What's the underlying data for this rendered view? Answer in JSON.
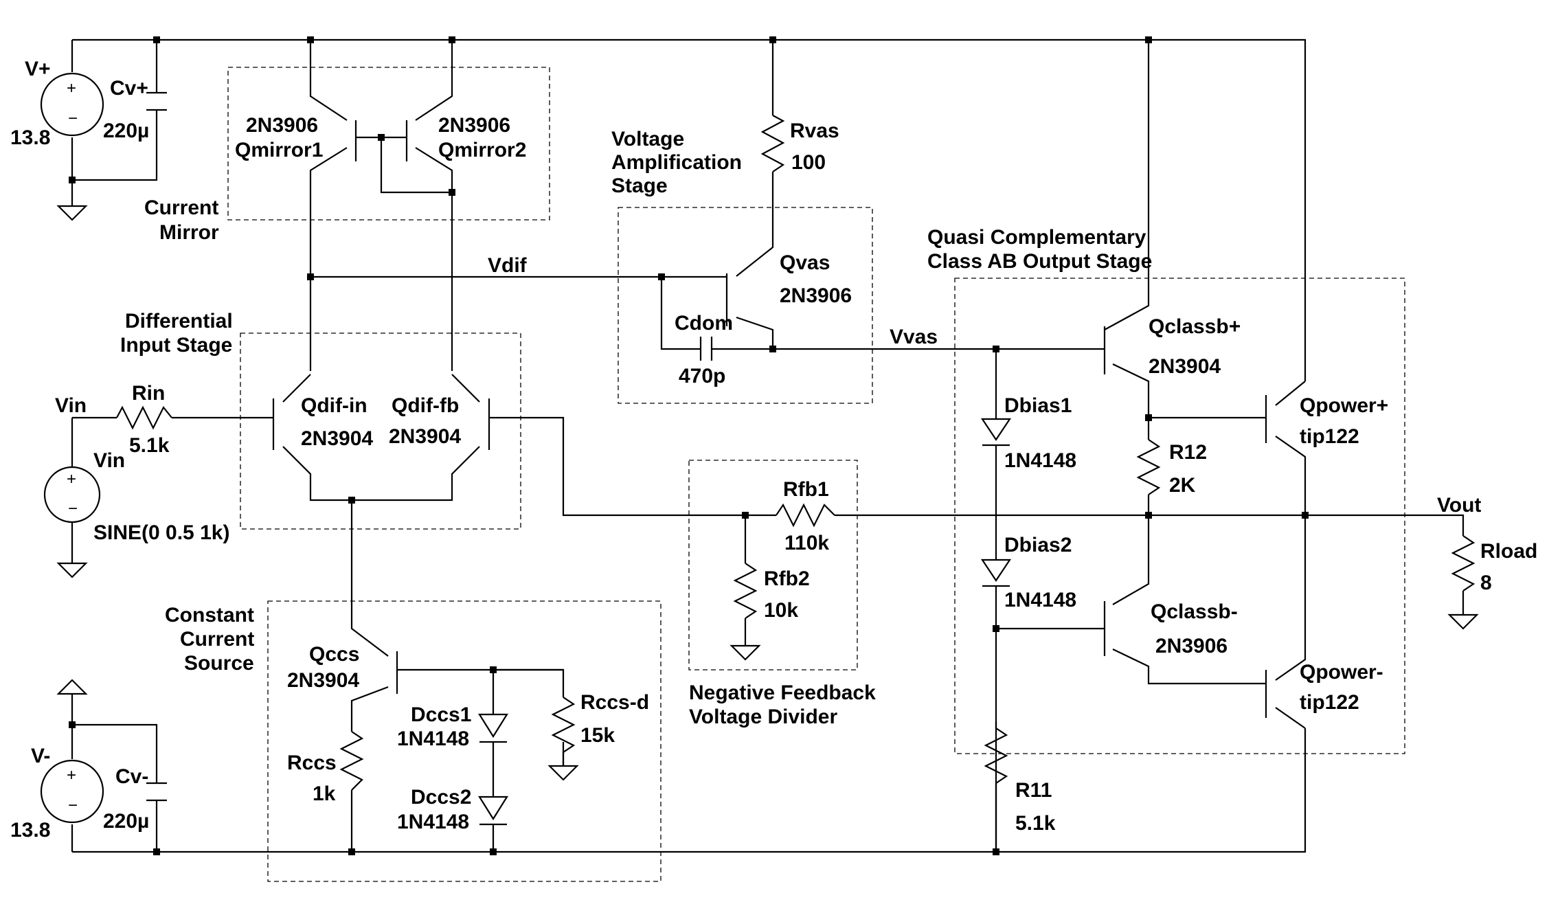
{
  "labels": {
    "vplus_name": "V+",
    "vplus_value": "13.8",
    "cvplus_name": "Cv+",
    "cvplus_value": "220µ",
    "vminus_name": "V-",
    "vminus_value": "13.8",
    "cvminus_name": "Cv-",
    "cvminus_value": "220µ",
    "qmirror1_type": "2N3906",
    "qmirror1_name": "Qmirror1",
    "qmirror2_type": "2N3906",
    "qmirror2_name": "Qmirror2",
    "current_mirror_1": "Current",
    "current_mirror_2": "Mirror",
    "vas_stage_1": "Voltage",
    "vas_stage_2": "Amplification",
    "vas_stage_3": "Stage",
    "rvas_name": "Rvas",
    "rvas_value": "100",
    "qvas_name": "Qvas",
    "qvas_type": "2N3906",
    "cdom_name": "Cdom",
    "cdom_value": "470p",
    "vdif_net": "Vdif",
    "vvas_net": "Vvas",
    "diff_stage_1": "Differential",
    "diff_stage_2": "Input Stage",
    "vin_net": "Vin",
    "rin_name": "Rin",
    "rin_value": "5.1k",
    "vin_src_name": "Vin",
    "vin_src_value": "SINE(0 0.5 1k)",
    "qdifin_name": "Qdif-in",
    "qdifin_type": "2N3904",
    "qdiffb_name": "Qdif-fb",
    "qdiffb_type": "2N3904",
    "output_stage_1": "Quasi Complementary",
    "output_stage_2": "Class AB Output Stage",
    "qclassbp_name": "Qclassb+",
    "qclassbp_type": "2N3904",
    "qpowerp_name": "Qpower+",
    "qpowerp_type": "tip122",
    "dbias1_name": "Dbias1",
    "dbias1_type": "1N4148",
    "r12_name": "R12",
    "r12_value": "2K",
    "dbias2_name": "Dbias2",
    "dbias2_type": "1N4148",
    "qclassbm_name": "Qclassb-",
    "qclassbm_type": "2N3906",
    "qpowerm_name": "Qpower-",
    "qpowerm_type": "tip122",
    "r11_name": "R11",
    "r11_value": "5.1k",
    "vout_net": "Vout",
    "rload_name": "Rload",
    "rload_value": "8",
    "rfb1_name": "Rfb1",
    "rfb1_value": "110k",
    "rfb2_name": "Rfb2",
    "rfb2_value": "10k",
    "feedback_1": "Negative Feedback",
    "feedback_2": "Voltage Divider",
    "ccs_1": "Constant",
    "ccs_2": "Current",
    "ccs_3": "Source",
    "qccs_name": "Qccs",
    "qccs_type": "2N3904",
    "rccs_name": "Rccs",
    "rccs_value": "1k",
    "dccs1_name": "Dccs1",
    "dccs1_type": "1N4148",
    "dccs2_name": "Dccs2",
    "dccs2_type": "1N4148",
    "rccsd_name": "Rccs-d",
    "rccsd_value": "15k"
  }
}
